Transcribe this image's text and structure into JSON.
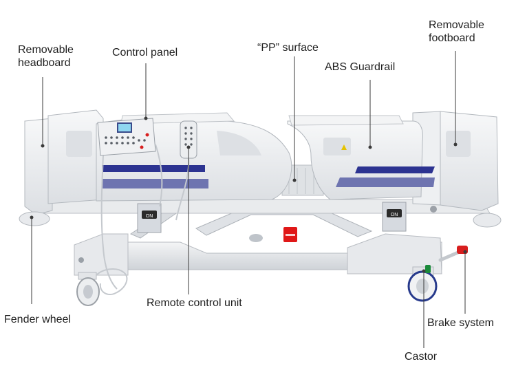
{
  "labels": {
    "headboard": {
      "line1": "Removable",
      "line2": "headboard"
    },
    "control_panel": "Control panel",
    "pp_surface": "“PP” surface",
    "abs_guardrail": "ABS Guardrail",
    "footboard": {
      "line1": "Removable",
      "line2": "footboard"
    },
    "fender_wheel": "Fender wheel",
    "remote_control": "Remote control unit",
    "brake_system": "Brake system",
    "castor": "Castor"
  },
  "device_text": {
    "on_badge_left": "ON",
    "on_badge_right": "ON"
  },
  "colors": {
    "label_text": "#1f1f1f",
    "leader_line": "#3a3a3a",
    "bed_body": "#eef0f2",
    "stripe_navy": "#2c3391",
    "stripe_lavender": "#6e74b0",
    "red_button": "#e01818",
    "wheel_rim": "#273a8c"
  }
}
